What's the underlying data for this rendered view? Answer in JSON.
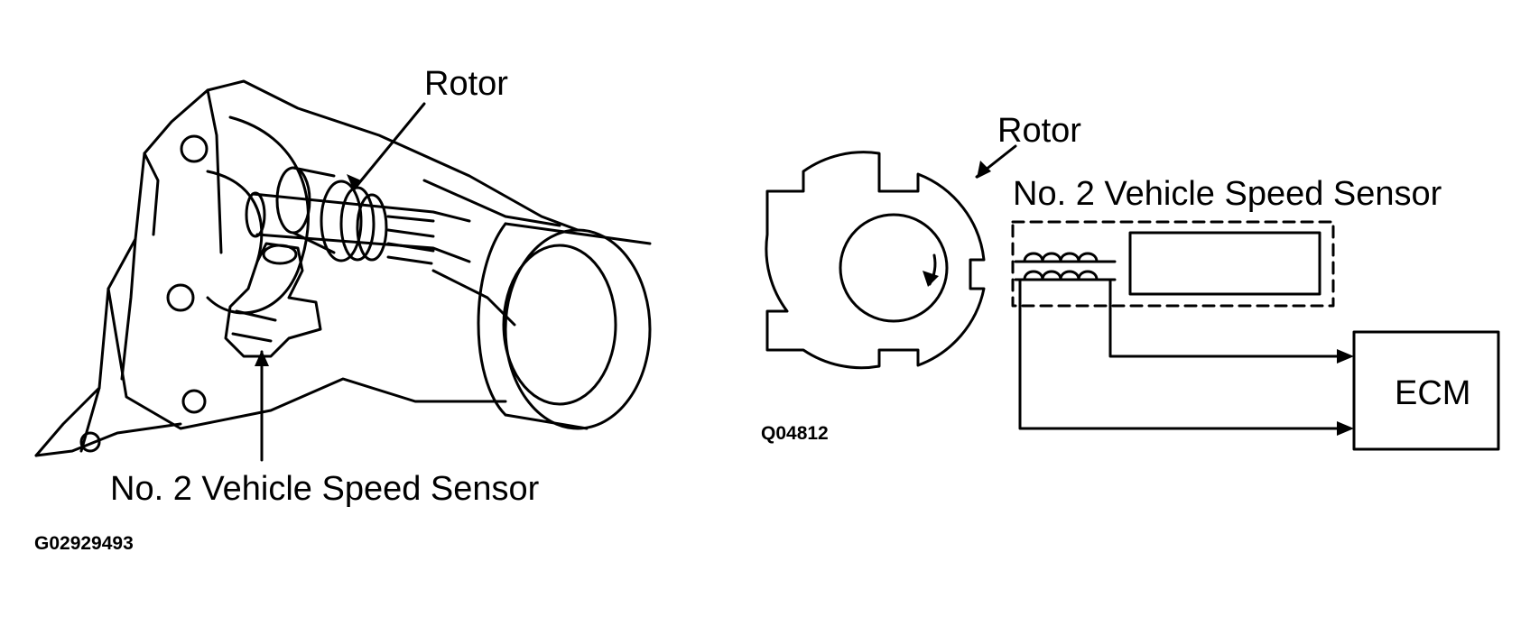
{
  "left_figure": {
    "rotor_label": "Rotor",
    "sensor_label": "No. 2 Vehicle Speed Sensor",
    "figure_code": "G02929493"
  },
  "right_figure": {
    "rotor_label": "Rotor",
    "sensor_label": "No. 2 Vehicle Speed Sensor",
    "ecm_label": "ECM",
    "figure_code": "Q04812"
  }
}
